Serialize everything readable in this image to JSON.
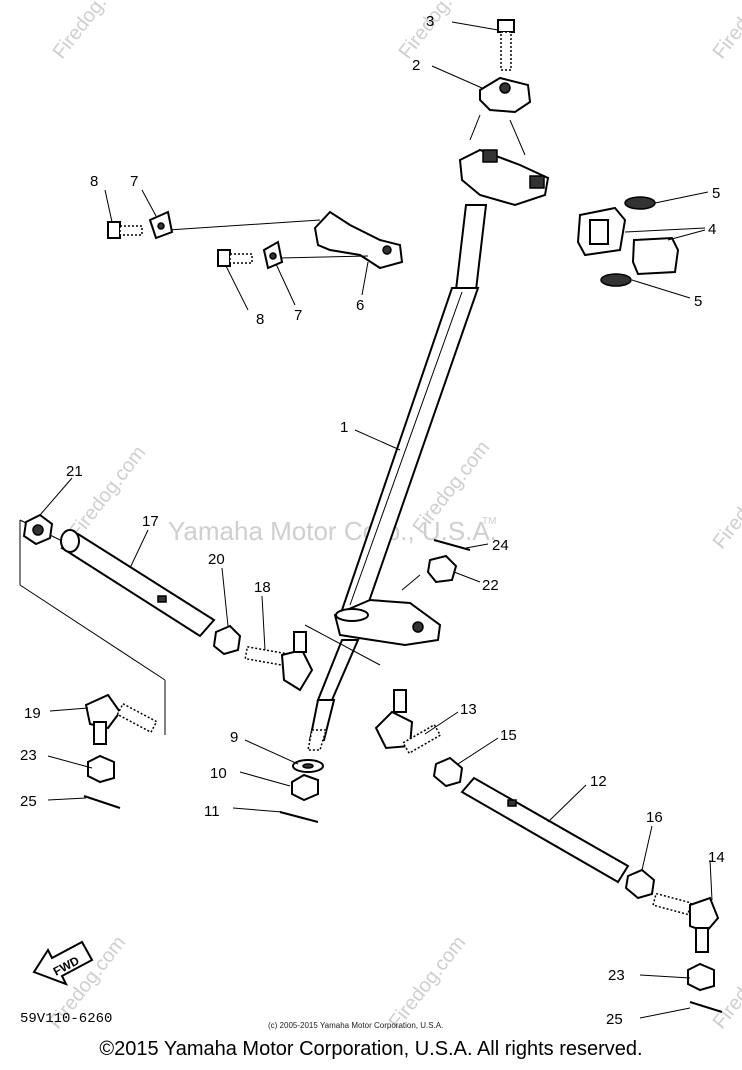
{
  "callouts": {
    "c1": "1",
    "c2": "2",
    "c3": "3",
    "c4": "4",
    "c5a": "5",
    "c5b": "5",
    "c6": "6",
    "c7a": "7",
    "c7b": "7",
    "c8a": "8",
    "c8b": "8",
    "c9": "9",
    "c10": "10",
    "c11": "11",
    "c12": "12",
    "c13": "13",
    "c14": "14",
    "c15": "15",
    "c16": "16",
    "c17": "17",
    "c18": "18",
    "c19": "19",
    "c20": "20",
    "c21": "21",
    "c22": "22",
    "c23a": "23",
    "c23b": "23",
    "c24": "24",
    "c25a": "25",
    "c25b": "25"
  },
  "watermark": {
    "center": "Yamaha Motor Corp., U.S.A.",
    "tm": "TM",
    "site": "Firedog.com",
    "copy_symbol": "©"
  },
  "fwd_label": "FWD",
  "diagram_code": "59V110-6260",
  "fine_print": "(c) 2005-2015 Yamaha Motor Corporation, U.S.A.",
  "copyright": "©2015 Yamaha Motor Corporation, U.S.A. All rights reserved."
}
